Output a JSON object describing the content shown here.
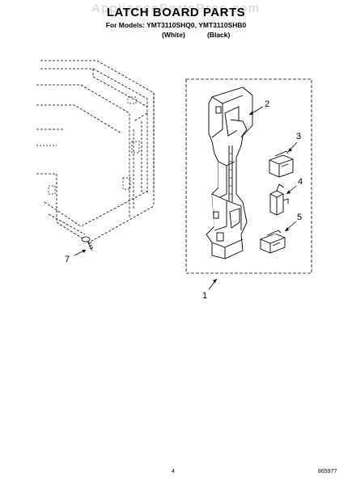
{
  "header": {
    "watermark": "AppliancePartsPros.com",
    "title": "LATCH BOARD PARTS",
    "models_line": "For Models: YMT3110SHQ0, YMT3110SHB0",
    "variant_white": "(White)",
    "variant_black": "(Black)"
  },
  "callouts": {
    "c1": "1",
    "c2": "2",
    "c3": "3",
    "c4": "4",
    "c5": "5",
    "c7": "7"
  },
  "footer": {
    "page_number": "4",
    "document_number": "865977"
  },
  "colors": {
    "line": "#000000",
    "watermark": "#969696"
  }
}
